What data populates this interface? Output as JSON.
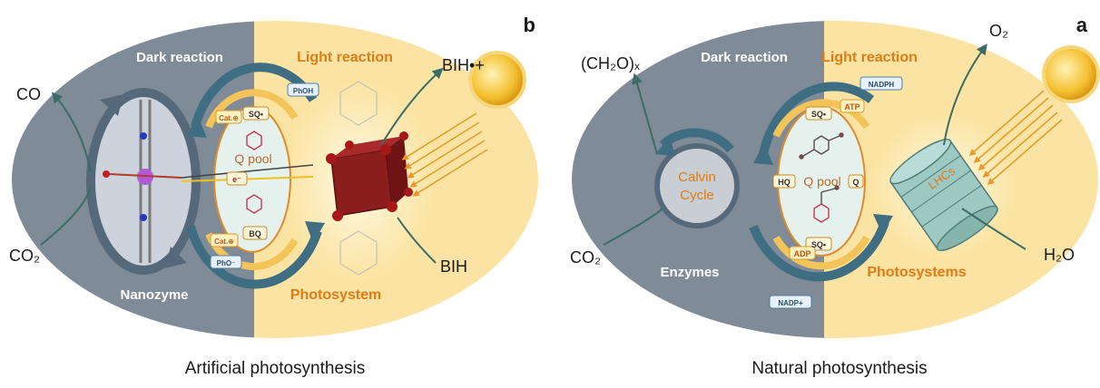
{
  "panels": {
    "natural": {
      "letter": "a",
      "caption": "Natural photosynthesis",
      "light_reaction": "Light reaction",
      "dark_reaction": "Dark reaction",
      "photosystems": "Photosystems",
      "enzymes": "Enzymes",
      "calvin_line1": "Calvin",
      "calvin_line2": "Cycle",
      "q_pool": "Q pool",
      "q": "Q",
      "hq": "HQ",
      "sq_top": "SQ•",
      "sq_bottom": "SQ•",
      "atp": "ATP",
      "adp": "ADP",
      "nadph": "NADPH",
      "nadp": "NADP+",
      "lhcs": "LHCs",
      "o2": "O₂",
      "h2o": "H₂O",
      "co2": "CO₂",
      "ch2o": "(CH₂O)ₓ"
    },
    "artificial": {
      "letter": "b",
      "caption": "Artificial photosynthesis",
      "light_reaction": "Light reaction",
      "dark_reaction": "Dark reaction",
      "photosystem": "Photosystem",
      "nanozyme": "Nanozyme",
      "q_pool": "Q pool",
      "sq": "SQ•",
      "cat_top": "Cat.⊕",
      "cat_bottom": "Cat.⊕",
      "bq": "BQ",
      "electron": "e⁻",
      "phoh": "PhOH",
      "pho": "PhO⁻",
      "bih_radical": "BIH•+",
      "bih": "BIH",
      "co": "CO",
      "co2": "CO₂"
    }
  },
  "colors": {
    "dark_gray": "#7f8b96",
    "light_yellow": "#fbe4a3",
    "orange_text": "#e07b16",
    "arrow_blue": "#3f6e82",
    "pale_green": "#e4f1ec",
    "teal": "#3c6d64",
    "sun": "#f2b634"
  }
}
